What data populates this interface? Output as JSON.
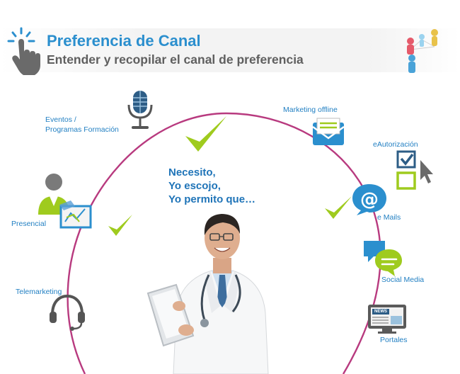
{
  "header": {
    "title": "Preferencia de Canal",
    "subtitle": "Entender y recopilar el canal de preferencia"
  },
  "center": {
    "lines": [
      "Necesito,",
      "Yo escojo,",
      "Yo permito que…"
    ]
  },
  "channels": {
    "eventos": "Eventos /",
    "programas": "Programas Formación",
    "marketing_offline": "Marketing offline",
    "eautorizacion": "eAutorización",
    "presencial": "Presencial",
    "emails": "e Mails",
    "social_media": "Social Media",
    "telemarketing": "Telemarketing",
    "portales": "Portales",
    "news_badge": "NEWS"
  },
  "icons": [
    "tap-hand-icon",
    "people-network-icon",
    "microphone-icon",
    "envelope-icon",
    "checkbox-cursor-icon",
    "presenter-icon",
    "at-bubble-icon",
    "chat-bubbles-icon",
    "headset-icon",
    "news-screen-icon",
    "doctor-image",
    "check-icon"
  ],
  "colors": {
    "title_blue": "#2b8fce",
    "subtitle_gray": "#5f5f5f",
    "label_blue": "#2380c3",
    "arc_magenta": "#b83a7f",
    "check_green": "#9fcb1e"
  }
}
